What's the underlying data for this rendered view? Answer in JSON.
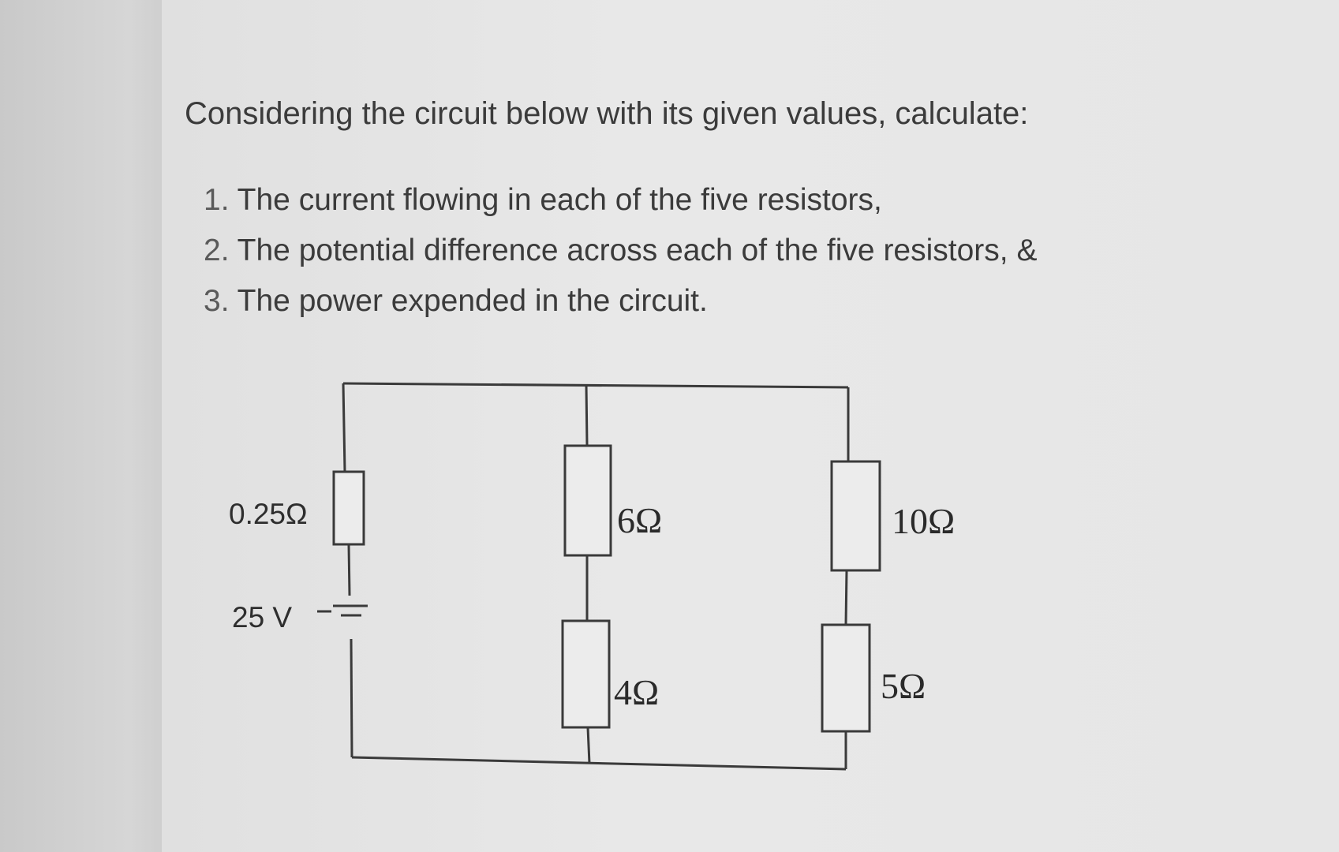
{
  "intro": "Considering the circuit below with its given values, calculate:",
  "tasks": [
    {
      "number": "1.",
      "text": "The current flowing in each of the five resistors,"
    },
    {
      "number": "2.",
      "text": "The potential difference across each of the five resistors, &"
    },
    {
      "number": "3.",
      "text": "The power expended in the circuit."
    }
  ],
  "circuit": {
    "internal_resistance": "0.25Ω",
    "source_voltage": "25 V",
    "r_middle_top": "6Ω",
    "r_middle_bottom": "4Ω",
    "r_right_top": "10Ω",
    "r_right_bottom": "5Ω"
  }
}
